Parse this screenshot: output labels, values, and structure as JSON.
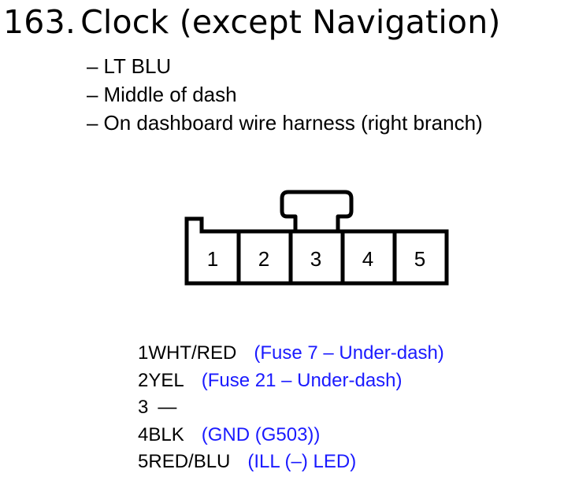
{
  "title": {
    "number": "163.",
    "text": "Clock (except Navigation)"
  },
  "notes": [
    {
      "dash": "–",
      "text": "LT BLU"
    },
    {
      "dash": "–",
      "text": "Middle of dash"
    },
    {
      "dash": "–",
      "text": "On dashboard wire harness (right branch)"
    }
  ],
  "connector": {
    "cavities": [
      "1",
      "2",
      "3",
      "4",
      "5"
    ]
  },
  "pins": [
    {
      "number": "1",
      "color": "WHT/RED",
      "circuit": "(Fuse 7 – Under-dash)"
    },
    {
      "number": "2",
      "color": "YEL",
      "circuit": "(Fuse 21 – Under-dash)"
    },
    {
      "number": "3",
      "color": "—",
      "circuit": ""
    },
    {
      "number": "4",
      "color": "BLK",
      "circuit": "(GND (G503))"
    },
    {
      "number": "5",
      "color": "RED/BLU",
      "circuit": "(ILL (–) LED)"
    }
  ],
  "colors": {
    "text": "#000000",
    "circuit": "#1a1aff",
    "background": "#ffffff"
  }
}
